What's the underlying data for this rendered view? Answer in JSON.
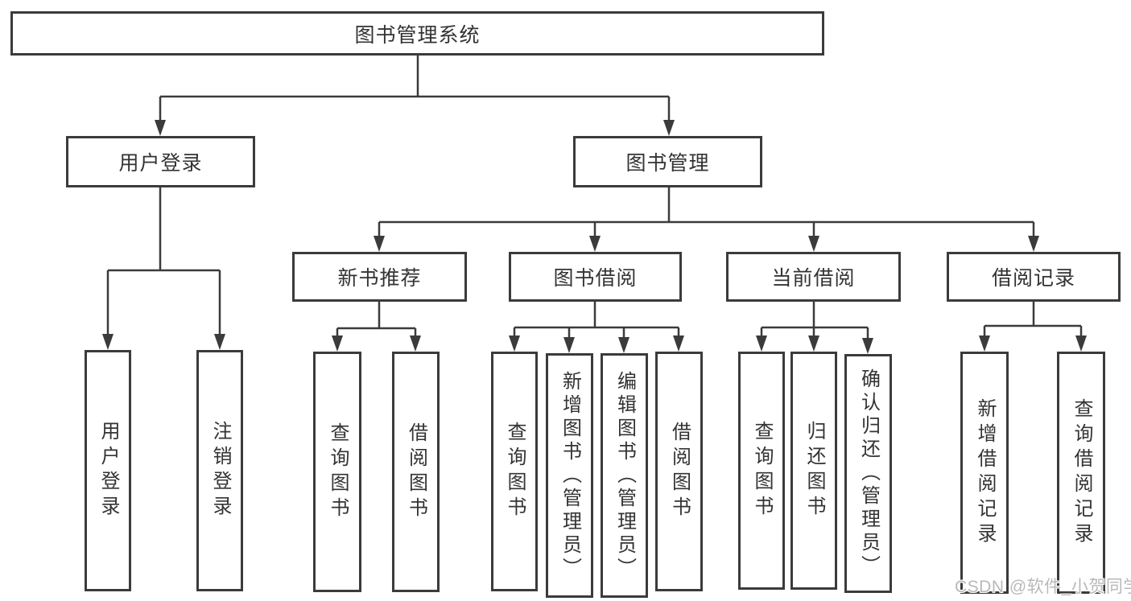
{
  "diagram": {
    "type": "hierarchy-tree",
    "root": {
      "label": "图书管理系统"
    },
    "level2": [
      {
        "label": "用户登录"
      },
      {
        "label": "图书管理"
      }
    ],
    "level3": [
      {
        "label": "新书推荐",
        "parent": "图书管理"
      },
      {
        "label": "图书借阅",
        "parent": "图书管理"
      },
      {
        "label": "当前借阅",
        "parent": "图书管理"
      },
      {
        "label": "借阅记录",
        "parent": "图书管理"
      }
    ],
    "leaves": {
      "user_login": [
        {
          "label": "用户登录"
        },
        {
          "label": "注销登录"
        }
      ],
      "new_book": [
        {
          "label": "查询图书"
        },
        {
          "label": "借阅图书"
        }
      ],
      "book_borrow": [
        {
          "label": "查询图书"
        },
        {
          "label": "新增图书（管理员）"
        },
        {
          "label": "编辑图书（管理员）"
        },
        {
          "label": "借阅图书"
        }
      ],
      "current_borrow": [
        {
          "label": "查询图书"
        },
        {
          "label": "归还图书"
        },
        {
          "label": "确认归还（管理员）"
        }
      ],
      "borrow_records": [
        {
          "label": "新增借阅记录"
        },
        {
          "label": "查询借阅记录"
        }
      ]
    }
  },
  "watermark": {
    "text": "CSDN @软件_小贺同学",
    "color": "#b9b9b9"
  },
  "colors": {
    "box_border": "#3b3b3b",
    "connector_line": "#3b3b3b",
    "text": "#333333",
    "background": "#ffffff"
  }
}
